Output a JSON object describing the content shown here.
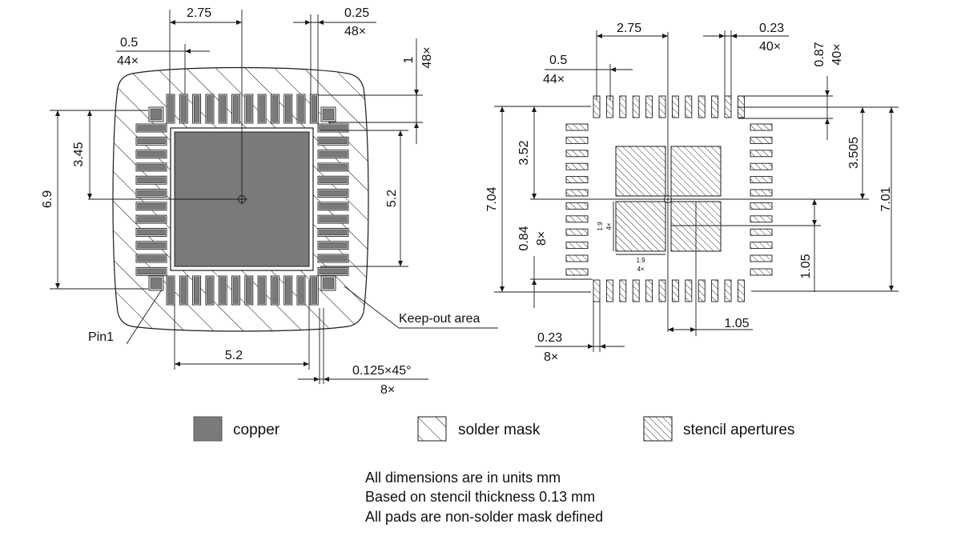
{
  "colors": {
    "copper": "#7a7a7a",
    "line": "#1a1a1a",
    "background": "#ffffff"
  },
  "left_view": {
    "dim_pitch_count": "44×",
    "dim_pitch": "0.5",
    "dim_width_center": "2.75",
    "dim_pad_width": "0.25",
    "dim_pad_width_count": "48×",
    "dim_pad_length": "1",
    "dim_pad_length_count": "48×",
    "dim_half_height": "3.45",
    "dim_total_height": "6.9",
    "dim_pad_size_v": "5.2",
    "dim_pad_size_h": "5.2",
    "dim_chamfer": "0.125×45°",
    "dim_chamfer_count": "8×",
    "label_pin1": "Pin1",
    "label_keepout": "Keep-out area"
  },
  "right_view": {
    "dim_pitch": "0.5",
    "dim_pitch_count": "44×",
    "dim_width_center": "2.75",
    "dim_aperture_width": "0.23",
    "dim_aperture_count": "40×",
    "dim_aperture_length": "0.87",
    "dim_aperture_length_count": "40×",
    "dim_half_height_left": "3.52",
    "dim_total_height_left": "7.04",
    "dim_corner_length": "0.84",
    "dim_corner_length_count": "8×",
    "dim_half_height_right": "3.505",
    "dim_total_height_right": "7.01",
    "dim_sub_pad_v": "1.9",
    "dim_sub_pad_v_count": "4×",
    "dim_sub_pad_h": "1.9",
    "dim_sub_pad_h_count": "4×",
    "dim_offset_v": "1.05",
    "dim_offset_h": "1.05",
    "dim_corner_width": "0.23",
    "dim_corner_width_count": "8×"
  },
  "legend": [
    {
      "label": "copper",
      "swatch": "copper"
    },
    {
      "label": "solder mask",
      "swatch": "solder-mask"
    },
    {
      "label": "stencil apertures",
      "swatch": "stencil"
    }
  ],
  "notes": [
    "All dimensions are in units mm",
    "Based on stencil thickness 0.13 mm",
    "All pads are non-solder mask defined"
  ]
}
